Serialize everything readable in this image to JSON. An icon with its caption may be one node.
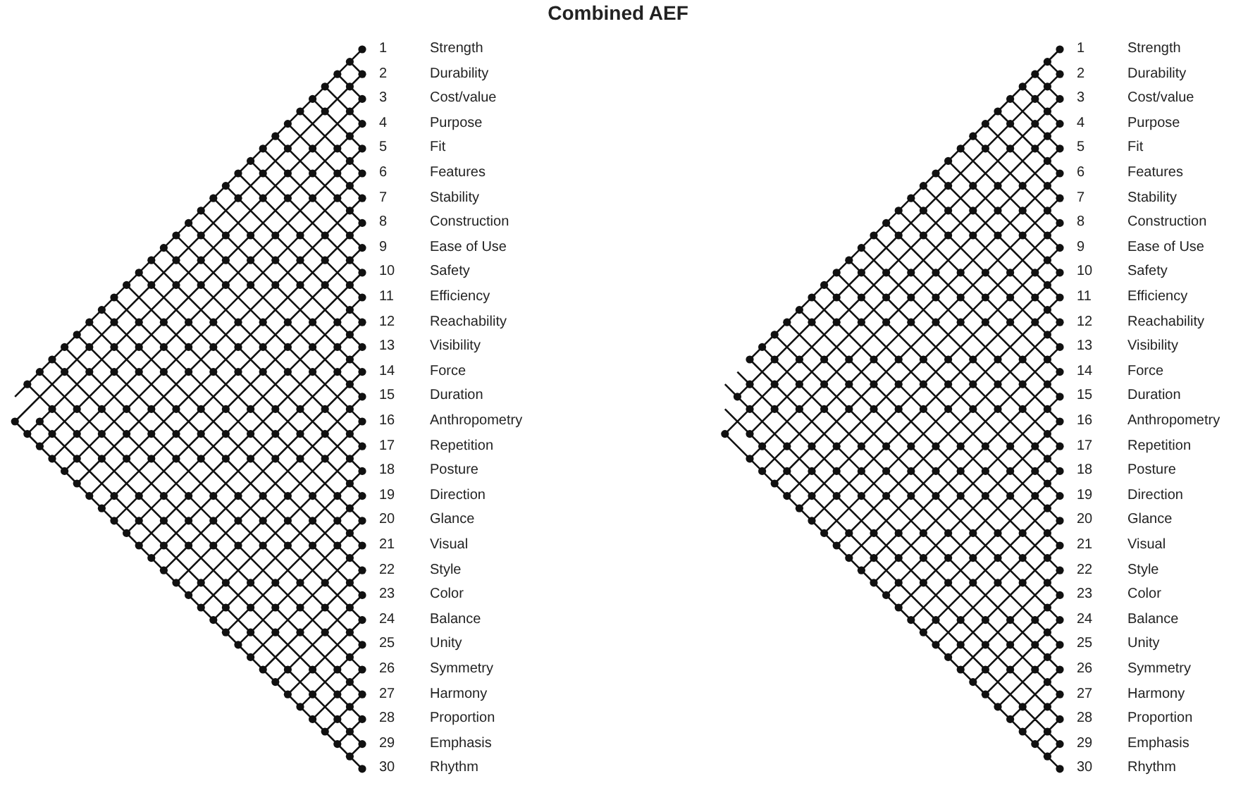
{
  "diagram": {
    "title": "Combined AEF",
    "labels": [
      "1",
      "Strength",
      "2",
      "Durability",
      "3",
      "Cost/value",
      "4",
      "Purpose",
      "5",
      "Fit",
      "6",
      "Features",
      "7",
      "Stability",
      "8",
      "Construction",
      "9",
      "Ease of Use",
      "10",
      "Safety",
      "11",
      "Efficiency",
      "12",
      "Reachability",
      "13",
      "Visibility",
      "14",
      "Force",
      "15",
      "Duration",
      "16",
      "Anthropometry",
      "17",
      "Repetition",
      "18",
      "Posture",
      "19",
      "Direction",
      "20",
      "Glance",
      "21",
      "Visual",
      "22",
      "Style",
      "23",
      "Color",
      "24",
      "Balance",
      "25",
      "Unity",
      "26",
      "Symmetry",
      "27",
      "Harmony",
      "28",
      "Proportion",
      "29",
      "Emphasis",
      "30",
      "Rhythm",
      "1",
      "Strength",
      "2",
      "Durability",
      "3",
      "Cost/value",
      "4",
      "Purpose",
      "5",
      "Fit",
      "6",
      "Features",
      "7",
      "Stability",
      "8",
      "Construction",
      "9",
      "Ease of Use",
      "10",
      "Safety",
      "11",
      "Efficiency",
      "12",
      "Reachability",
      "13",
      "Visibility",
      "14",
      "Force",
      "15",
      "Duration",
      "16",
      "Anthropometry",
      "17",
      "Repetition",
      "18",
      "Posture",
      "19",
      "Direction",
      "20",
      "Glance",
      "21",
      "Visual",
      "22",
      "Style",
      "23",
      "Color",
      "24",
      "Balance",
      "25",
      "Unity",
      "26",
      "Symmetry",
      "27",
      "Harmony",
      "28",
      "Proportion",
      "29",
      "Emphasis",
      "30",
      "Rhythm"
    ]
  }
}
